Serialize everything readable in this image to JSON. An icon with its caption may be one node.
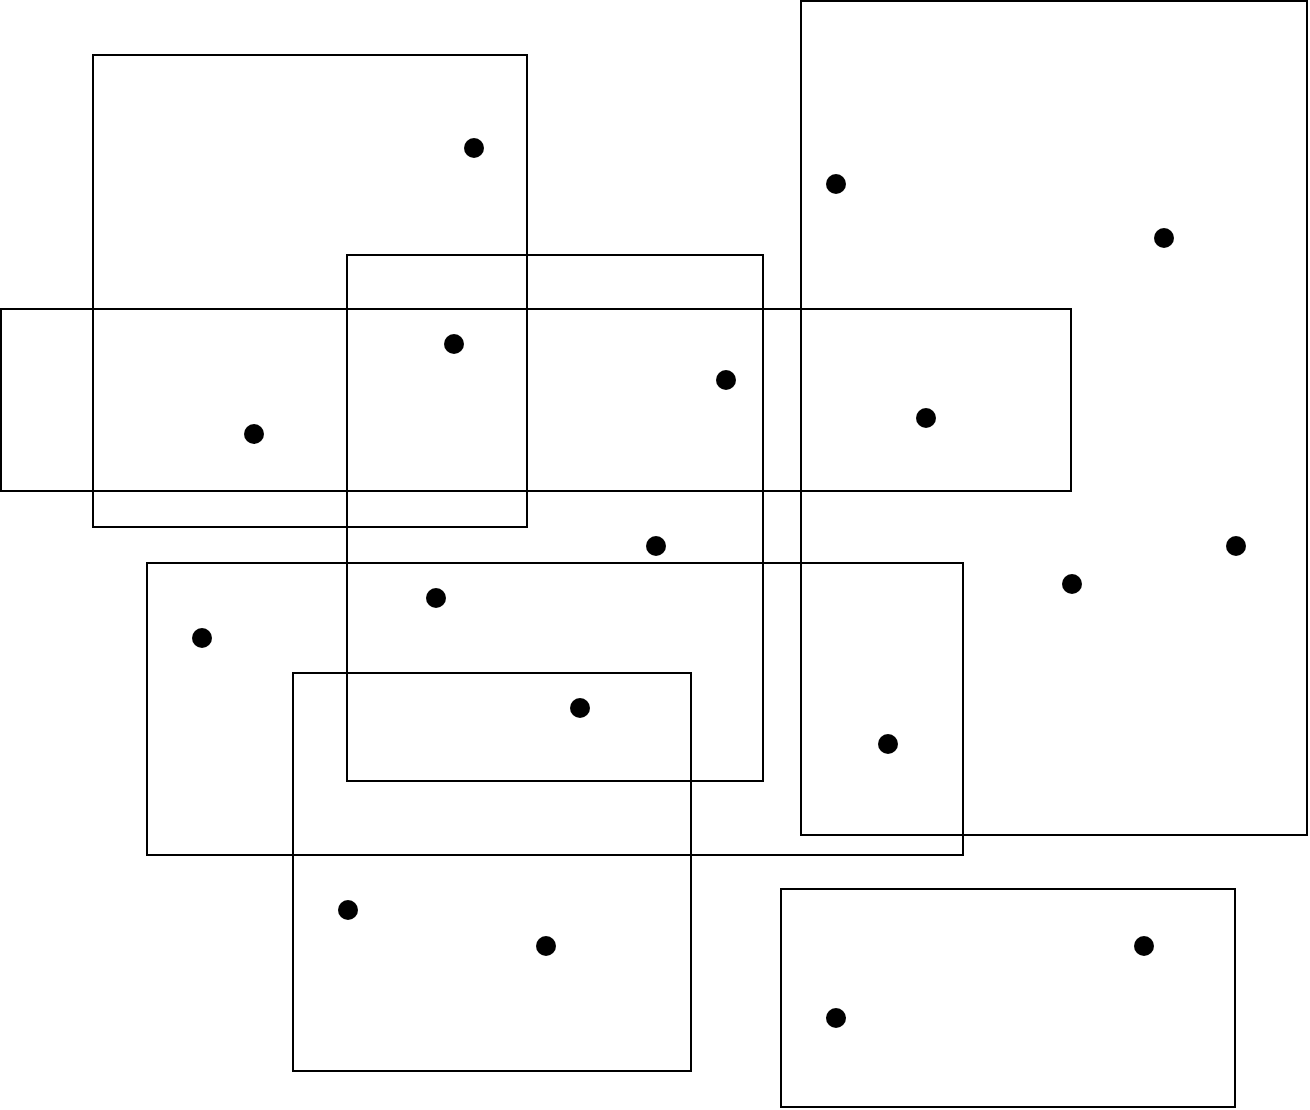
{
  "diagram": {
    "nodes": [
      {
        "text": [],
        "shape": "box"
      },
      {
        "text": [],
        "shape": "box"
      },
      {
        "text": [],
        "shape": "box"
      },
      {
        "text": [],
        "shape": "box"
      },
      {
        "text": [],
        "shape": "box"
      },
      {
        "text": [],
        "shape": "box"
      },
      {
        "text": [],
        "shape": "box"
      },
      {
        "text": [],
        "shape": "circle",
        "in": 1
      },
      {
        "text": [],
        "shape": "circle",
        "in": 0
      },
      {
        "text": [],
        "shape": "circle",
        "in": 0
      },
      {
        "text": [],
        "shape": "circle"
      },
      {
        "text": [],
        "shape": "circle"
      },
      {
        "text": [],
        "shape": "circle"
      },
      {
        "text": [],
        "shape": "circle"
      },
      {
        "text": [],
        "shape": "circle",
        "in": 2
      },
      {
        "text": [],
        "shape": "circle",
        "in": 0
      },
      {
        "text": [],
        "shape": "circle",
        "in": 0
      },
      {
        "text": [],
        "shape": "circle"
      },
      {
        "text": [],
        "shape": "circle",
        "in": 4
      },
      {
        "text": [],
        "shape": "circle"
      },
      {
        "text": [],
        "shape": "circle"
      },
      {
        "text": [],
        "shape": "circle",
        "in": 5
      },
      {
        "text": [],
        "shape": "circle",
        "in": 5
      },
      {
        "text": [],
        "shape": "circle",
        "in": 6
      },
      {
        "text": [],
        "shape": "circle",
        "in": 6
      }
    ]
  }
}
